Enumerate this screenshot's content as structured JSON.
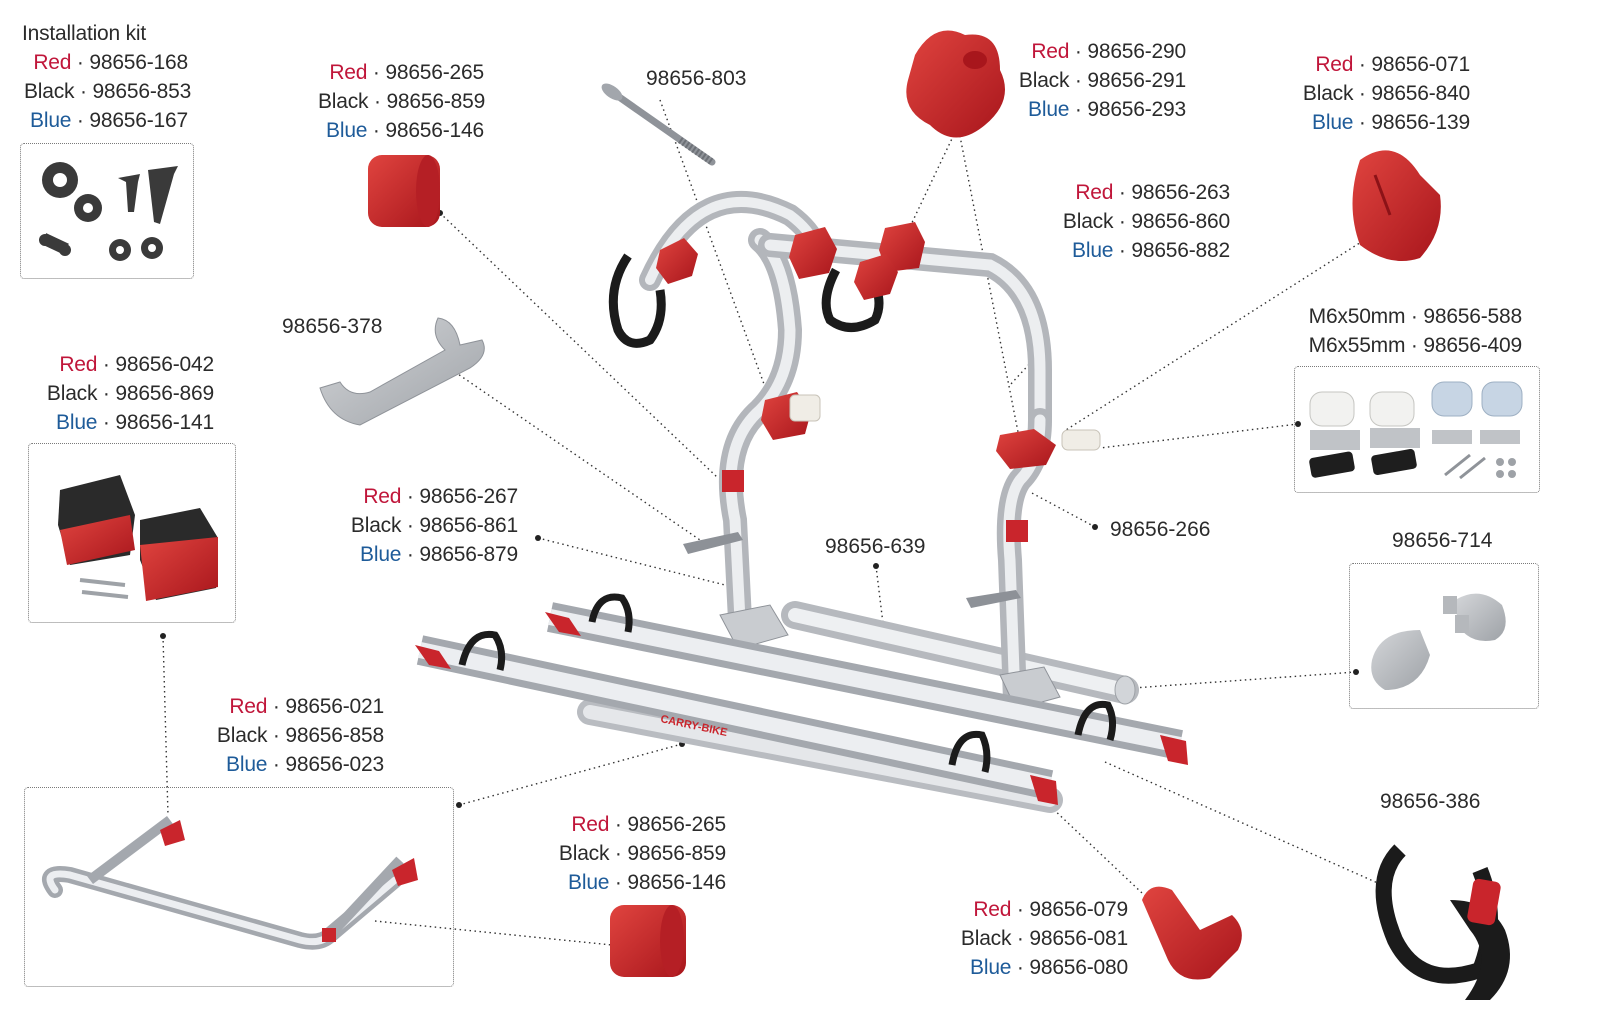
{
  "kit": {
    "title": "Installation kit",
    "variants": [
      {
        "color": "Red",
        "code": "98656-168"
      },
      {
        "color": "Black",
        "code": "98656-853"
      },
      {
        "color": "Blue",
        "code": "98656-167"
      }
    ]
  },
  "cap_top": {
    "variants": [
      {
        "color": "Red",
        "code": "98656-265"
      },
      {
        "color": "Black",
        "code": "98656-859"
      },
      {
        "color": "Blue",
        "code": "98656-146"
      }
    ]
  },
  "bolt": {
    "code": "98656-803"
  },
  "knob_top": {
    "variants": [
      {
        "color": "Red",
        "code": "98656-290"
      },
      {
        "color": "Black",
        "code": "98656-291"
      },
      {
        "color": "Blue",
        "code": "98656-293"
      }
    ]
  },
  "knob_right": {
    "variants": [
      {
        "color": "Red",
        "code": "98656-071"
      },
      {
        "color": "Black",
        "code": "98656-840"
      },
      {
        "color": "Blue",
        "code": "98656-139"
      }
    ]
  },
  "arm_clamp": {
    "variants": [
      {
        "color": "Red",
        "code": "98656-263"
      },
      {
        "color": "Black",
        "code": "98656-860"
      },
      {
        "color": "Blue",
        "code": "98656-882"
      }
    ]
  },
  "bumper_set": {
    "lines": [
      {
        "size": "M6x50mm",
        "code": "98656-588"
      },
      {
        "size": "M6x55mm",
        "code": "98656-409"
      }
    ]
  },
  "holder": {
    "code": "98656-378"
  },
  "clamp_set_left": {
    "variants": [
      {
        "color": "Red",
        "code": "98656-042"
      },
      {
        "color": "Black",
        "code": "98656-869"
      },
      {
        "color": "Blue",
        "code": "98656-141"
      }
    ]
  },
  "frame_part": {
    "variants": [
      {
        "color": "Red",
        "code": "98656-267"
      },
      {
        "color": "Black",
        "code": "98656-861"
      },
      {
        "color": "Blue",
        "code": "98656-879"
      }
    ]
  },
  "tube": {
    "code": "98656-639"
  },
  "lower_arm": {
    "code": "98656-266"
  },
  "end_caps": {
    "code": "98656-714"
  },
  "rack_frame": {
    "variants": [
      {
        "color": "Red",
        "code": "98656-021"
      },
      {
        "color": "Black",
        "code": "98656-858"
      },
      {
        "color": "Blue",
        "code": "98656-023"
      }
    ]
  },
  "cap_bottom": {
    "variants": [
      {
        "color": "Red",
        "code": "98656-265"
      },
      {
        "color": "Black",
        "code": "98656-859"
      },
      {
        "color": "Blue",
        "code": "98656-146"
      }
    ]
  },
  "rail_end": {
    "variants": [
      {
        "color": "Red",
        "code": "98656-079"
      },
      {
        "color": "Black",
        "code": "98656-081"
      },
      {
        "color": "Blue",
        "code": "98656-080"
      }
    ]
  },
  "strap": {
    "code": "98656-386"
  },
  "rail_text": "CARRY-BIKE",
  "separator": "·",
  "colors": {
    "red": "#c0163a",
    "blue": "#1e5b99",
    "black": "#2b2b2b",
    "part_red": "#c9252c",
    "alu": "#d9dbde"
  }
}
